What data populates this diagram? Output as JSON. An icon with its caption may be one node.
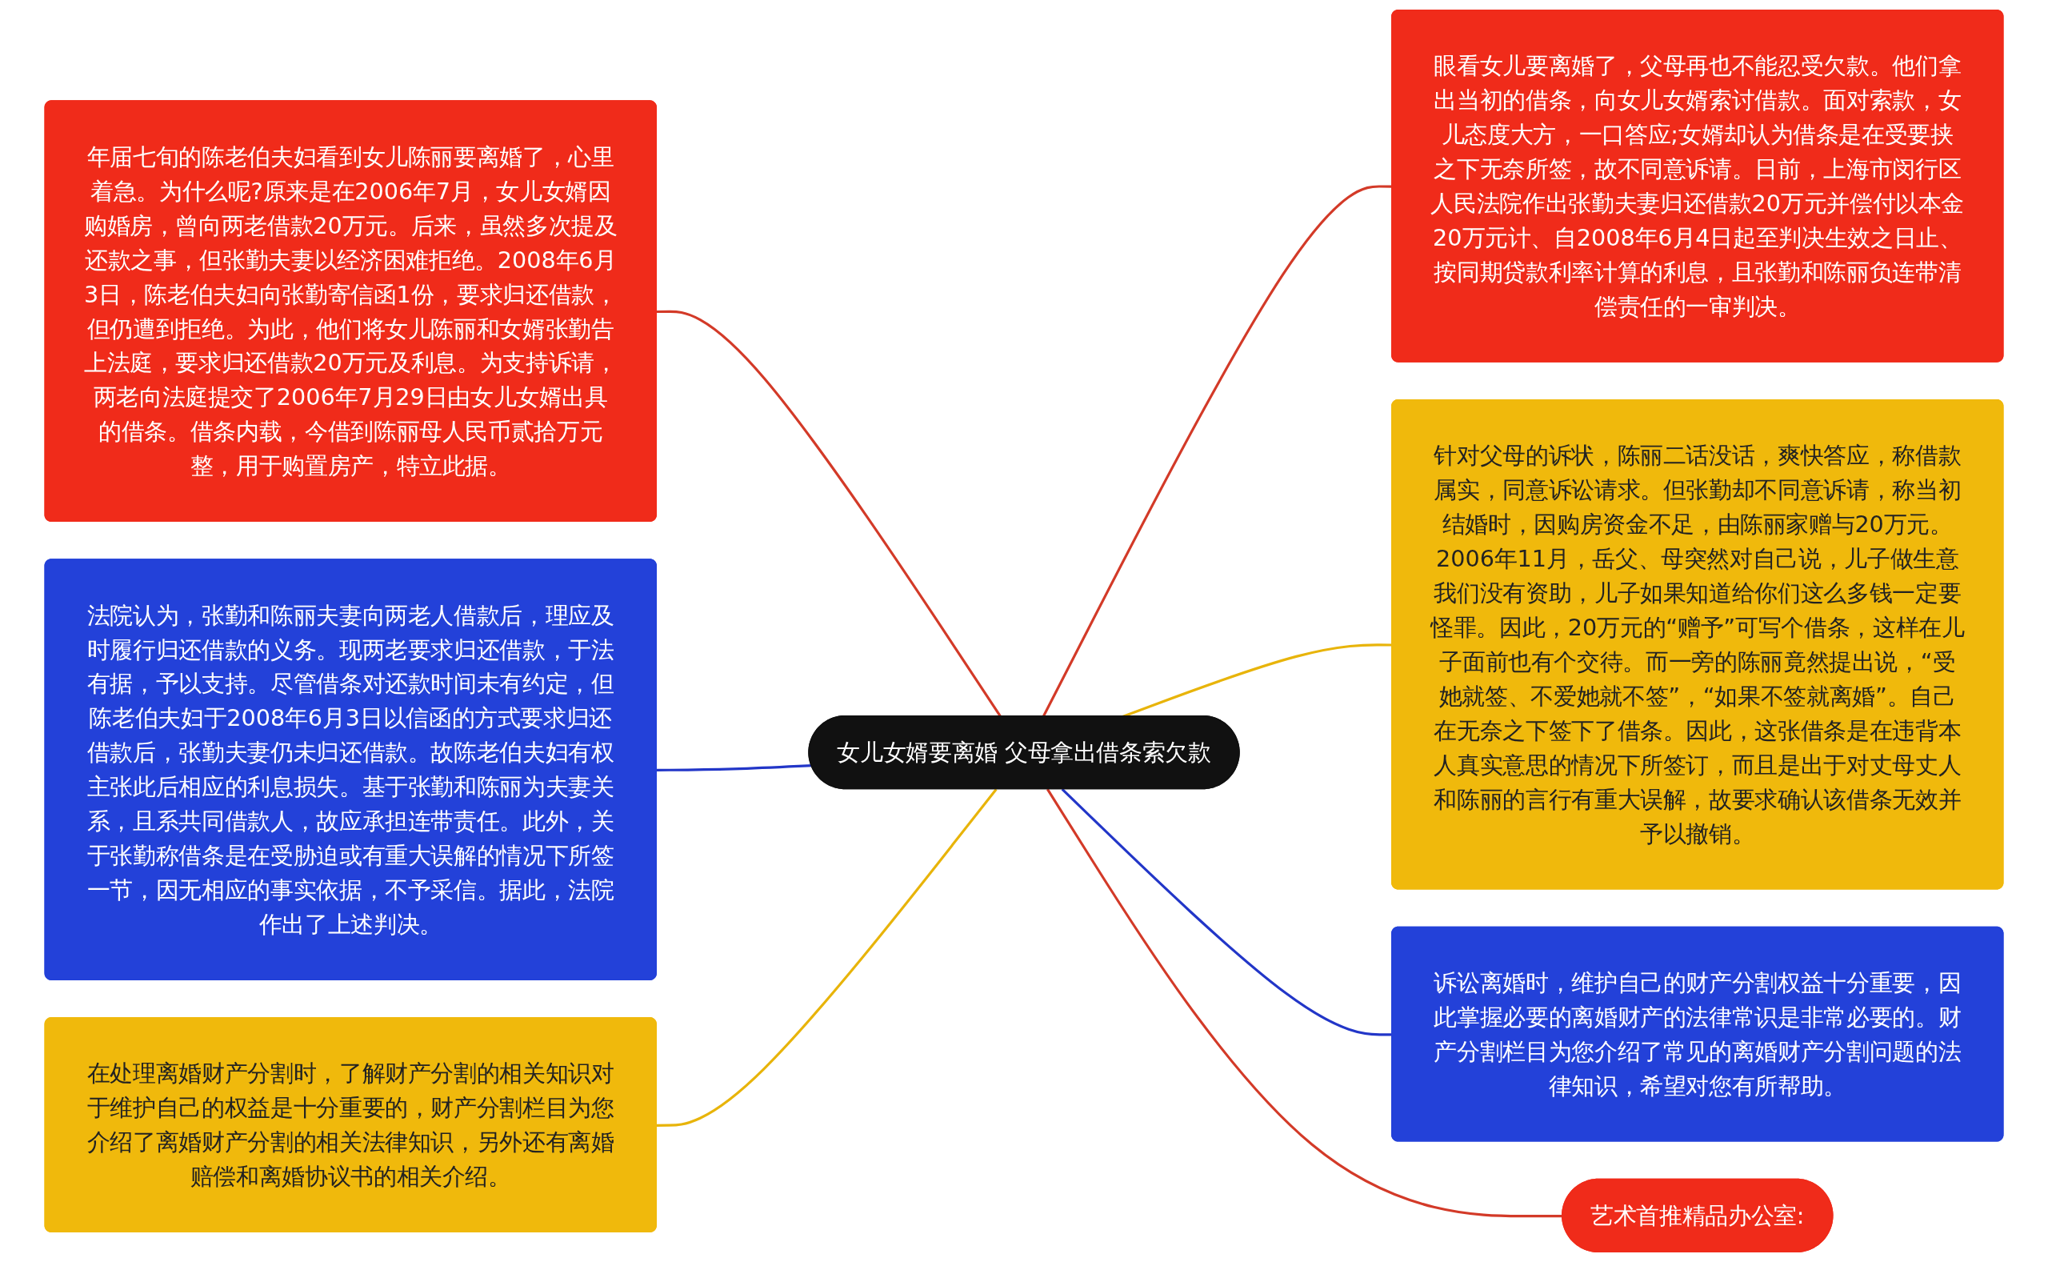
{
  "diagram": {
    "nodes": [
      {
        "text": [
          "女儿女婿要离婚 父母拿出借条索欠款"
        ]
      },
      {
        "text": [
          "年届七旬的陈老伯夫妇看到女儿陈丽要离婚了，心里着急。为什么呢?原来是在2006年7月，女儿女婿因购婚房，曾向两老借款20万元。后来，虽然多次提及还款之事，但张勤夫妻以经济困难拒绝。2008年6月3日，陈老伯夫妇向张勤寄信函1份，要求归还借款，但仍遭到拒绝。为此，他们将女儿陈丽和女婿张勤告上法庭，要求归还借款20万元及利息。为支持诉请，两老向法庭提交了2006年7月29日由女儿女婿出具的借条。借条内载，今借到陈丽母人民币贰拾万元整，用于购置房产，特立此据。"
        ]
      },
      {
        "text": [
          "法院认为，张勤和陈丽夫妻向两老人借款后，理应及时履行归还借款的义务。现两老要求归还借款，于法有据，予以支持。尽管借条对还款时间未有约定，但陈老伯夫妇于2008年6月3日以信函的方式要求归还借款后，张勤夫妻仍未归还借款。故陈老伯夫妇有权主张此后相应的利息损失。基于张勤和陈丽为夫妻关系，且系共同借款人，故应承担连带责任。此外，关于张勤称借条是在受胁迫或有重大误解的情况下所签一节，因无相应的事实依据，不予采信。据此，法院作出了上述判决。"
        ]
      },
      {
        "text": [
          "在处理离婚财产分割时，了解财产分割的相关知识对于维护自己的权益是十分重要的，财产分割栏目为您介绍了离婚财产分割的相关法律知识，另外还有离婚赔偿和离婚协议书的相关介绍。"
        ]
      },
      {
        "text": [
          "眼看女儿要离婚了，父母再也不能忍受欠款。他们拿出当初的借条，向女儿女婿索讨借款。面对索款，女儿态度大方，一口答应;女婿却认为借条是在受要挟之下无奈所签，故不同意诉请。日前，上海市闵行区人民法院作出张勤夫妻归还借款20万元并偿付以本金20万元计、自2008年6月4日起至判决生效之日止、按同期贷款利率计算的利息，且张勤和陈丽负连带清偿责任的一审判决。"
        ]
      },
      {
        "text": [
          "针对父母的诉状，陈丽二话没话，爽快答应，称借款属实，同意诉讼请求。但张勤却不同意诉请，称当初结婚时，因购房资金不足，由陈丽家赠与20万元。2006年11月，岳父、母突然对自己说，儿子做生意我们没有资助，儿子如果知道给你们这么多钱一定要怪罪。因此，20万元的“赠予”可写个借条，这样在儿子面前也有个交待。而一旁的陈丽竟然提出说，“受她就签、不爱她就不签”，“如果不签就离婚”。自己在无奈之下签下了借条。因此，这张借条是在违背本人真实意思的情况下所签订，而且是出于对丈母丈人和陈丽的言行有重大误解，故要求确认该借条无效并予以撤销。"
        ]
      },
      {
        "text": [
          "诉讼离婚时，维护自己的财产分割权益十分重要，因此掌握必要的离婚财产的法律常识是非常必要的。财产分割栏目为您介绍了常见的离婚财产分割问题的法律知识，希望对您有所帮助。"
        ]
      },
      {
        "text": [
          "艺术首推精品办公室:"
        ]
      }
    ],
    "edges": [
      {
        "from": 0,
        "to": 1,
        "arrow": "none",
        "color": "#d33a28"
      },
      {
        "from": 0,
        "to": 2,
        "arrow": "none",
        "color": "#2236c8"
      },
      {
        "from": 0,
        "to": 3,
        "arrow": "none",
        "color": "#e8b40a"
      },
      {
        "from": 0,
        "to": 4,
        "arrow": "none",
        "color": "#d33a28"
      },
      {
        "from": 0,
        "to": 5,
        "arrow": "none",
        "color": "#e8b40a"
      },
      {
        "from": 0,
        "to": 6,
        "arrow": "none",
        "color": "#2236c8"
      },
      {
        "from": 0,
        "to": 7,
        "arrow": "none",
        "color": "#d33a28"
      }
    ]
  }
}
